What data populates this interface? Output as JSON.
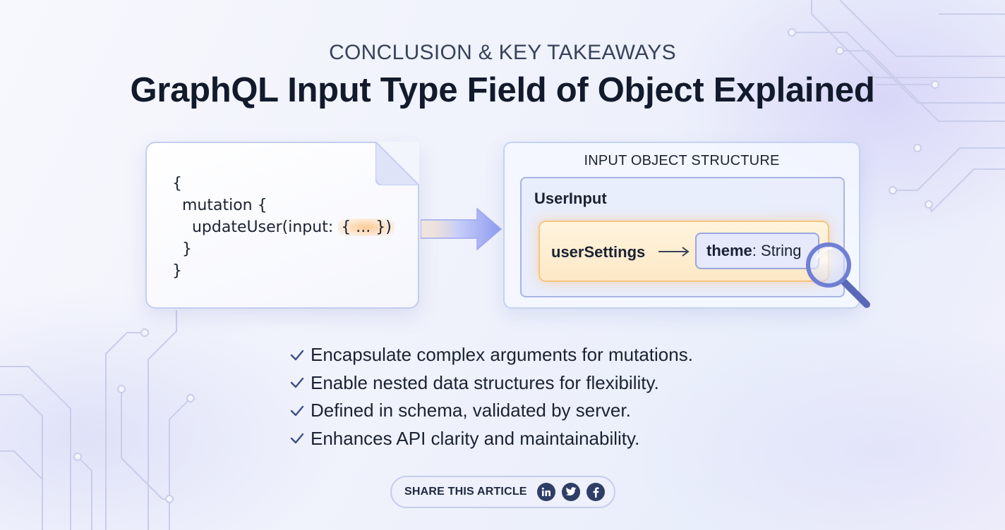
{
  "header": {
    "eyebrow": "CONCLUSION & KEY TAKEAWAYS",
    "title": "GraphQL Input Type Field of Object Explained"
  },
  "code_card": {
    "lines": [
      "{",
      "mutation {",
      "updateUser(input: ",
      "}",
      "}"
    ],
    "highlight": "{ ... })"
  },
  "structure": {
    "title": "INPUT OBJECT STRUCTURE",
    "object_name": "UserInput",
    "field_name": "userSettings",
    "nested_field_name": "theme",
    "nested_field_type": ": String"
  },
  "takeaways": [
    "Encapsulate complex arguments for mutations.",
    "Enable nested data structures for flexibility.",
    "Defined in schema, validated by server.",
    "Enhances API clarity and maintainability."
  ],
  "share": {
    "label": "SHARE THIS ARTICLE",
    "icons": [
      "linkedin-icon",
      "twitter-icon",
      "facebook-icon"
    ]
  },
  "colors": {
    "accent_orange": "#f6c483",
    "accent_purple": "#8f9bf0",
    "text_dark": "#121a2c",
    "check": "#3a4f86"
  }
}
